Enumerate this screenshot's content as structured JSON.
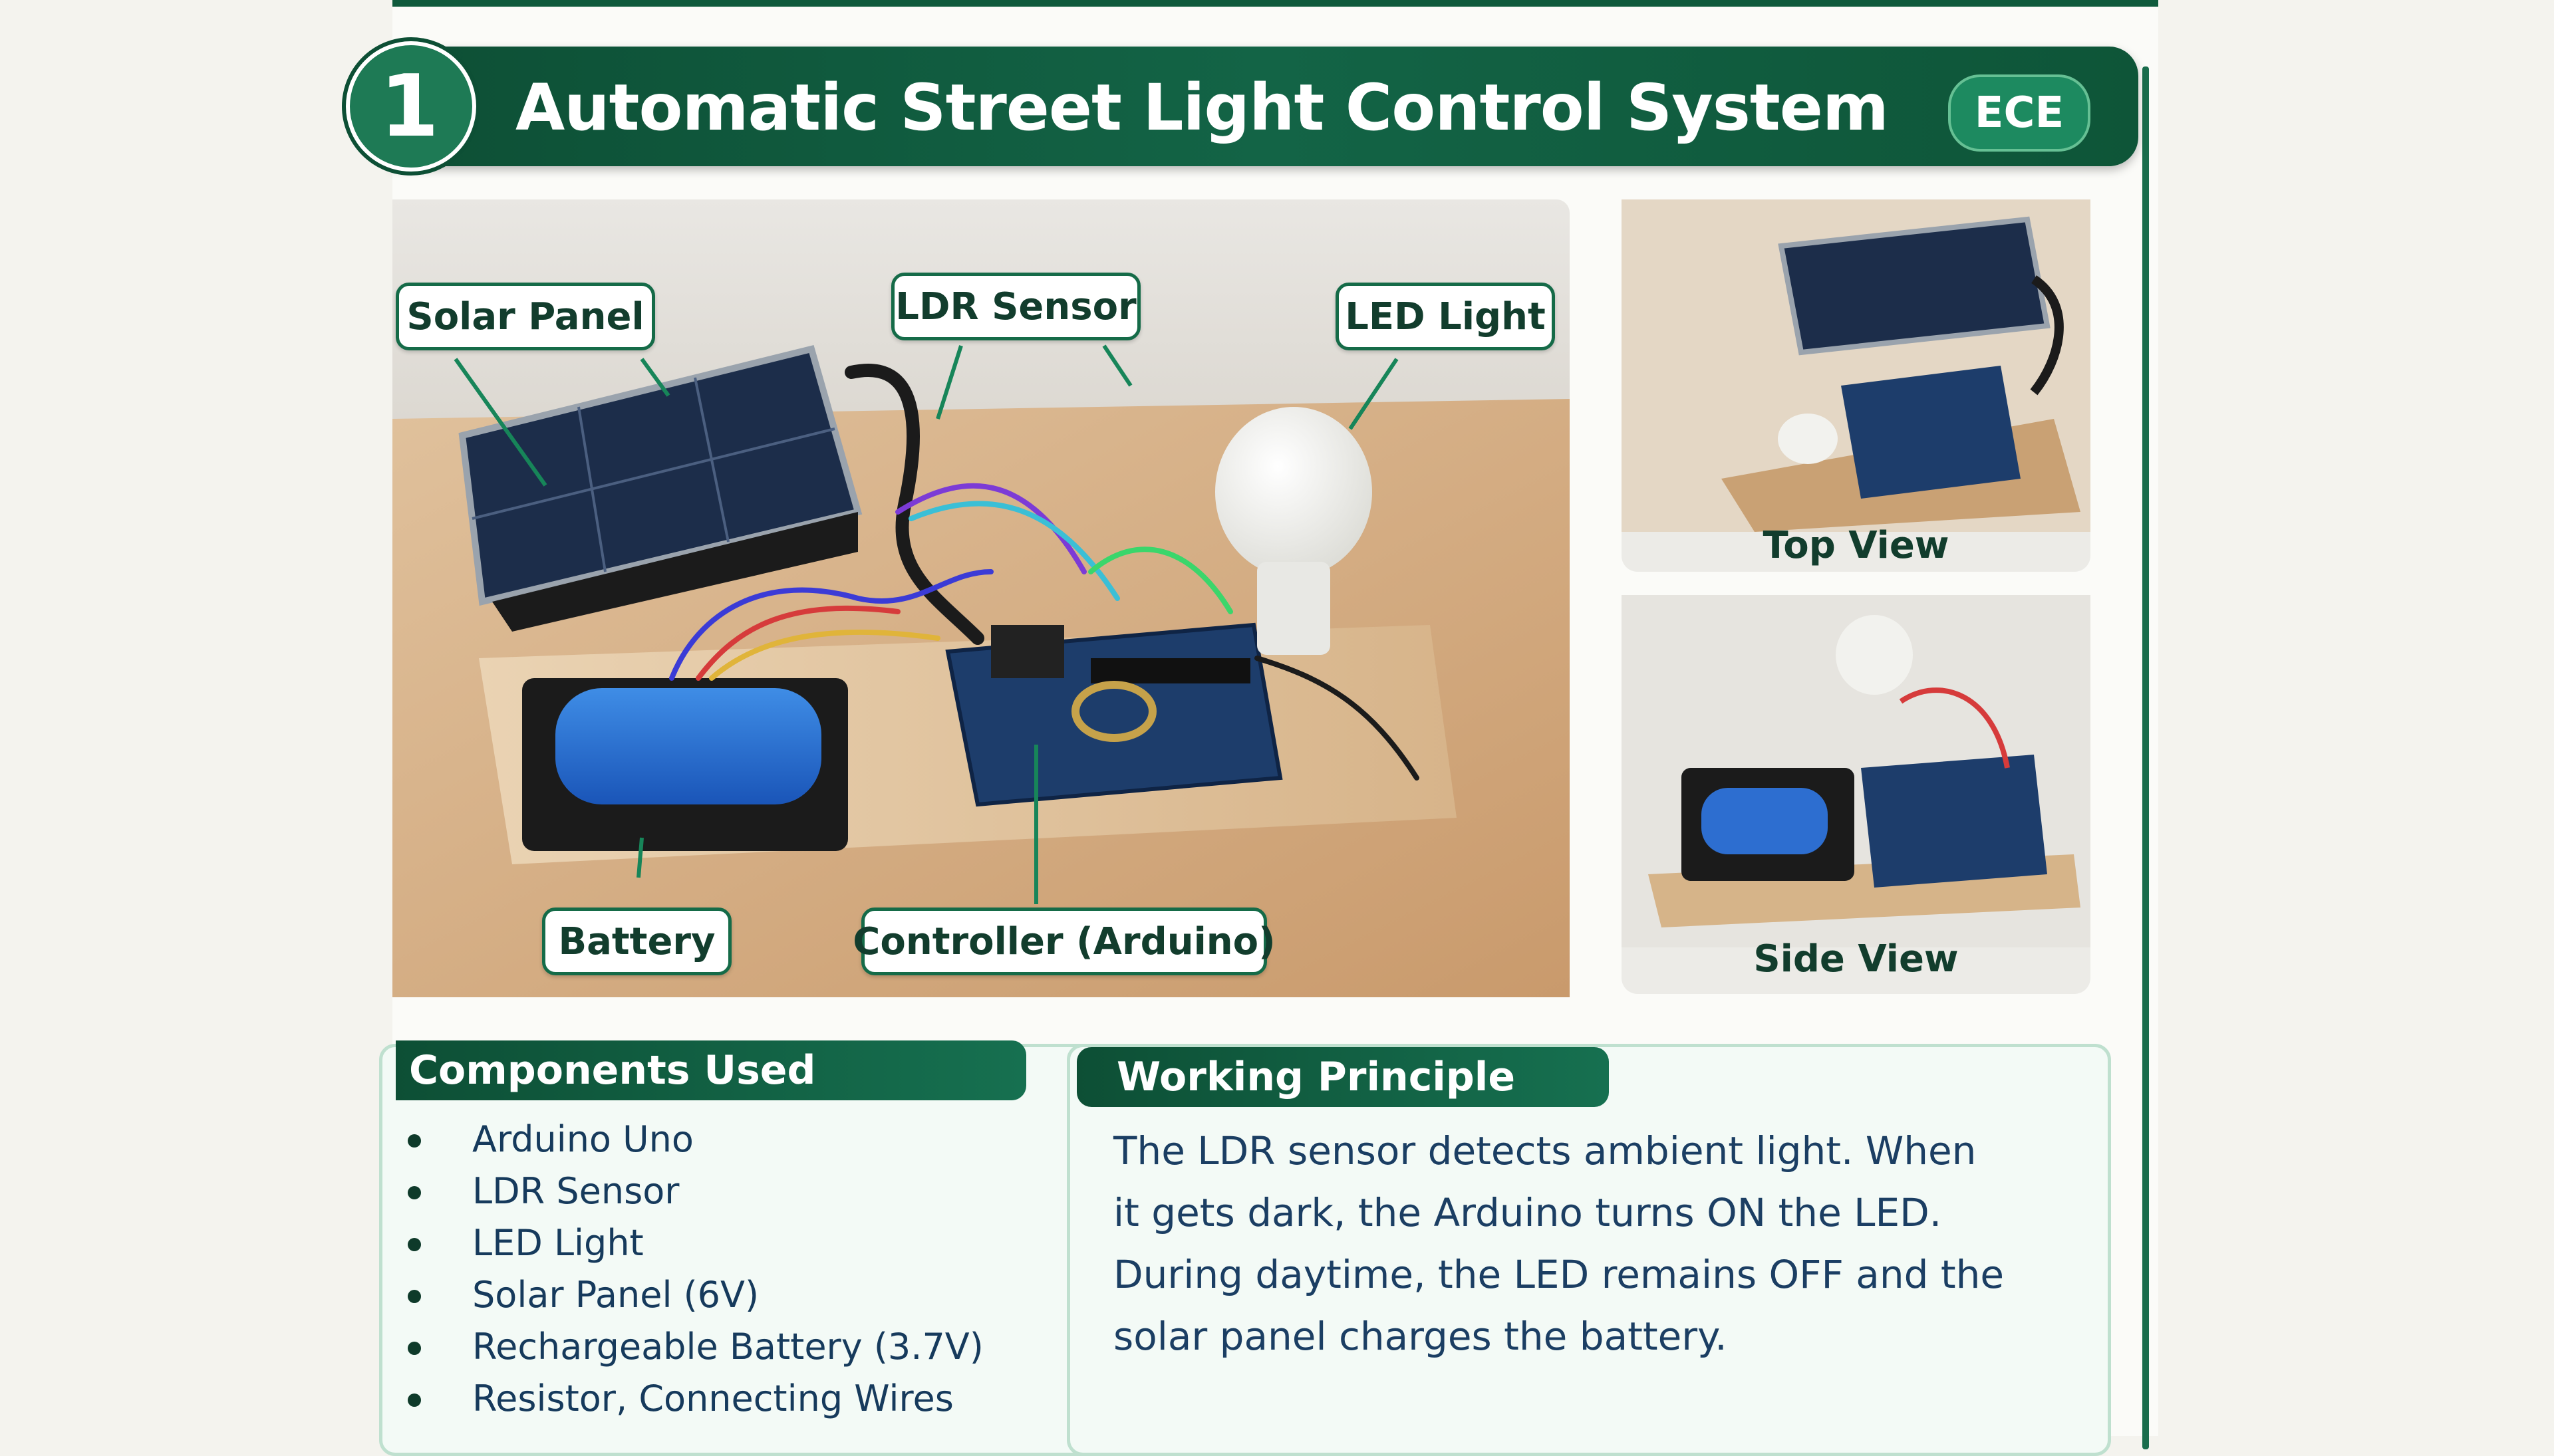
{
  "header": {
    "number": "1",
    "title": "Automatic Street Light Control System",
    "badge": "ECE"
  },
  "main_photo": {
    "callouts": {
      "solar_panel": "Solar Panel",
      "ldr_sensor": "LDR Sensor",
      "led_light": "LED Light",
      "battery": "Battery",
      "controller": "Controller (Arduino)"
    }
  },
  "views": {
    "top": "Top View",
    "side": "Side View"
  },
  "components": {
    "heading": "Components Used",
    "items": [
      "Arduino Uno",
      "LDR Sensor",
      "LED Light",
      "Solar Panel (6V)",
      "Rechargeable Battery (3.7V)",
      "Resistor, Connecting Wires"
    ]
  },
  "principle": {
    "heading": "Working Principle",
    "text": "The LDR sensor detects ambient light. When it gets dark, the Arduino turns ON the LED. During daytime, the LED remains OFF and the solar panel charges the battery."
  },
  "colors": {
    "primary_green": "#0f5a3c",
    "accent_green": "#1d8a60",
    "panel_bg": "#f3faf6",
    "body_text": "#1b3e63"
  }
}
